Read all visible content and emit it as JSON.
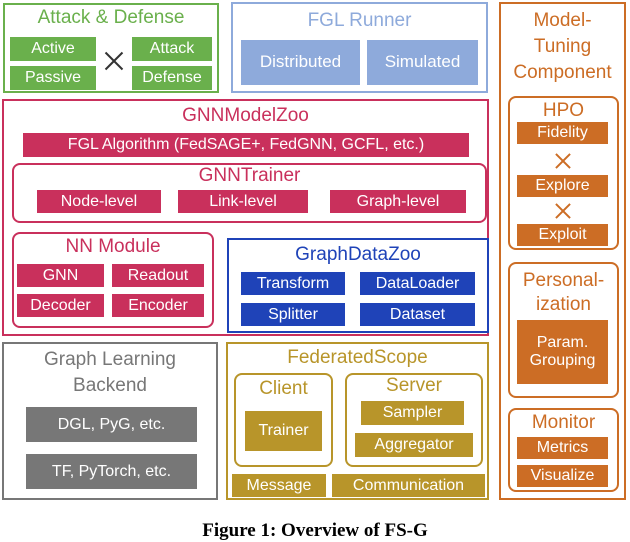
{
  "colors": {
    "green": "#6ab04c",
    "blue_light": "#8eaadb",
    "crimson": "#c9305c",
    "navy": "#1f43b8",
    "gray": "#777777",
    "olive": "#b8952a",
    "orange": "#cc6d25"
  },
  "attack_defense": {
    "title": "Attack & Defense",
    "row1_left": "Active",
    "row1_right": "Attack",
    "row2_left": "Passive",
    "row2_right": "Defense",
    "operator_icon": "cross-icon"
  },
  "fgl_runner": {
    "title": "FGL Runner",
    "distributed": "Distributed",
    "simulated": "Simulated"
  },
  "model_tuning": {
    "title_line1": "Model-",
    "title_line2": "Tuning",
    "title_line3": "Component",
    "hpo": {
      "title": "HPO",
      "fidelity": "Fidelity",
      "explore": "Explore",
      "exploit": "Exploit",
      "operator_icon": "cross-icon"
    },
    "personalization": {
      "title_line1": "Personal-",
      "title_line2": "ization",
      "param_line1": "Param.",
      "param_line2": "Grouping"
    },
    "monitor": {
      "title": "Monitor",
      "metrics": "Metrics",
      "visualize": "Visualize"
    }
  },
  "gnn_model_zoo": {
    "title": "GNNModelZoo",
    "algorithms": "FGL Algorithm (FedSAGE+, FedGNN, GCFL, etc.)",
    "trainer": {
      "title": "GNNTrainer",
      "node": "Node-level",
      "link": "Link-level",
      "graph": "Graph-level"
    },
    "nn_module": {
      "title": "NN Module",
      "gnn": "GNN",
      "readout": "Readout",
      "decoder": "Decoder",
      "encoder": "Encoder"
    }
  },
  "graph_data_zoo": {
    "title": "GraphDataZoo",
    "transform": "Transform",
    "dataloader": "DataLoader",
    "splitter": "Splitter",
    "dataset": "Dataset"
  },
  "graph_learning_backend": {
    "title_line1": "Graph Learning",
    "title_line2": "Backend",
    "dgl": "DGL, PyG, etc.",
    "tf": "TF, PyTorch, etc."
  },
  "federated_scope": {
    "title": "FederatedScope",
    "client": {
      "title": "Client",
      "trainer": "Trainer"
    },
    "server": {
      "title": "Server",
      "sampler": "Sampler",
      "aggregator": "Aggregator"
    },
    "message": "Message",
    "communication": "Communication"
  },
  "caption": "Figure 1: Overview of FS-G"
}
